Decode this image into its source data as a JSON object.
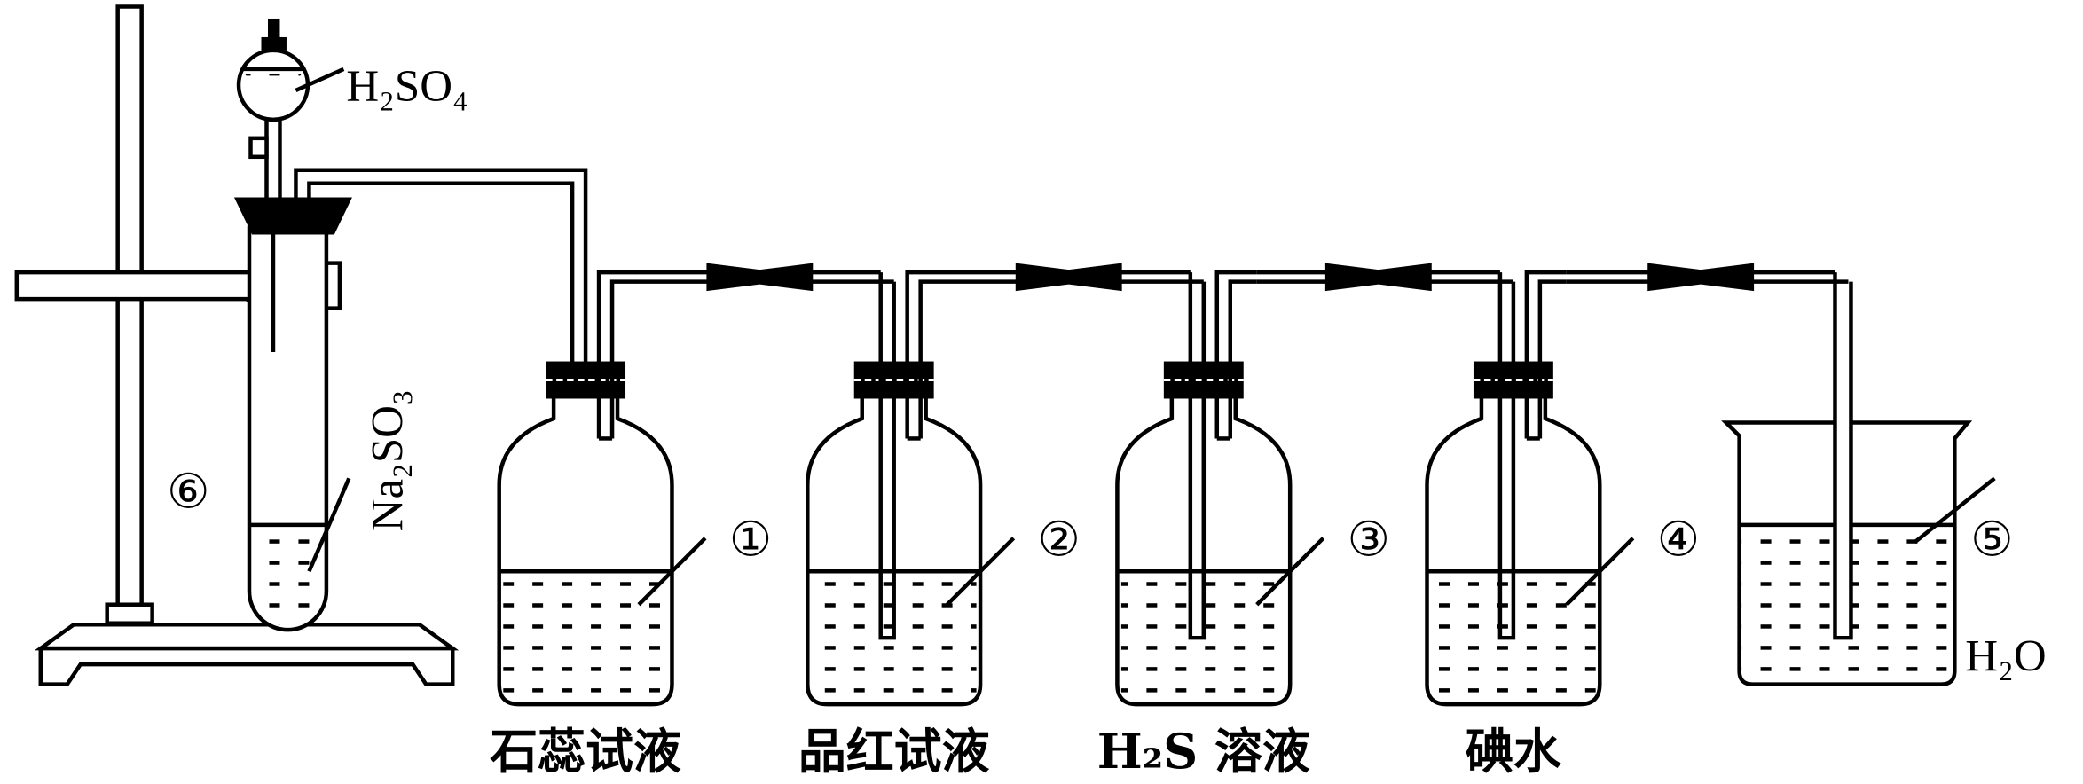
{
  "title": "SO2 preparation and property experiment apparatus",
  "reagents": {
    "funnel": "H₂SO₄",
    "test_tube": "Na₂SO₃",
    "beaker": "H₂O"
  },
  "bottles": [
    {
      "number": "①",
      "label": "石蕊试液"
    },
    {
      "number": "②",
      "label": "品红试液"
    },
    {
      "number": "③",
      "label": "H₂S 溶液"
    },
    {
      "number": "④",
      "label": "碘水"
    }
  ],
  "beaker_number": "⑤",
  "stand_number": "⑥"
}
